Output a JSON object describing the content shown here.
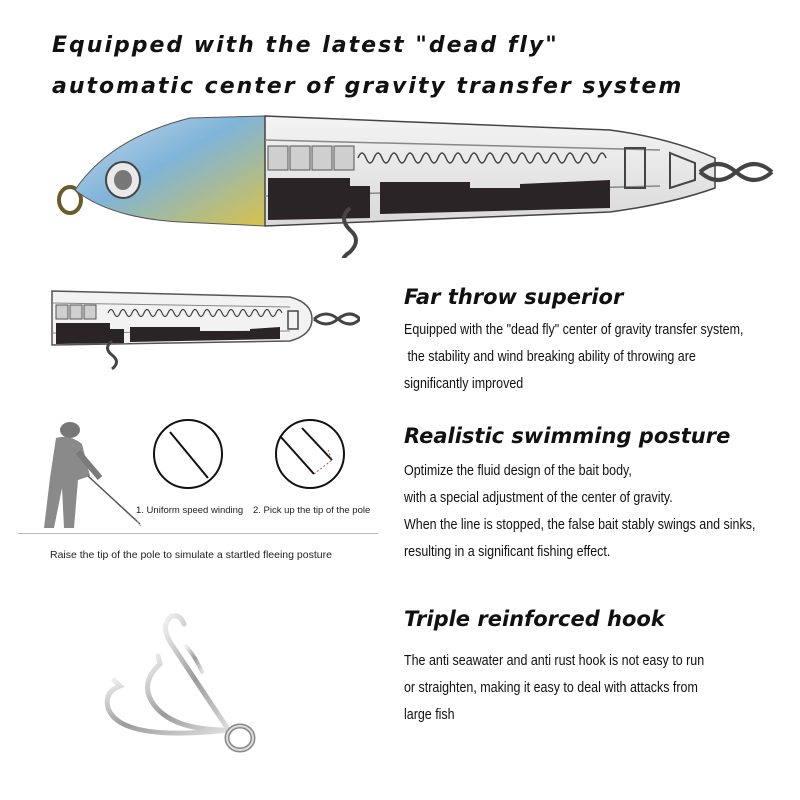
{
  "header": {
    "line1": "Equipped with the latest \"dead fly\"",
    "line2": "automatic center of gravity transfer system"
  },
  "sections": [
    {
      "title": "Far throw superior",
      "lines": [
        "Equipped with the \"dead fly\" center of gravity transfer system,",
        " the stability and wind breaking ability of throwing are",
        "significantly improved"
      ]
    },
    {
      "title": "Realistic swimming posture",
      "lines": [
        "Optimize the fluid design of the bait body,",
        "with a special adjustment of the center of gravity.",
        "When the line is stopped, the false bait stably swings and sinks,",
        "resulting in a significant fishing effect."
      ]
    },
    {
      "title": "Triple reinforced hook",
      "lines": [
        "The anti seawater and anti rust hook is not easy to run",
        "or straighten, making it easy to deal with attacks from",
        "large fish"
      ]
    }
  ],
  "illustration": {
    "step1": "1. Uniform speed winding",
    "step2": "2. Pick up the tip of the pole",
    "caption": "Raise the tip of the pole to simulate a startled fleeing posture"
  },
  "colors": {
    "accent_blue": "#7fb4d9",
    "accent_yellow": "#d8c24a",
    "dark": "#2b2426",
    "red_dash": "#c84a4a"
  }
}
